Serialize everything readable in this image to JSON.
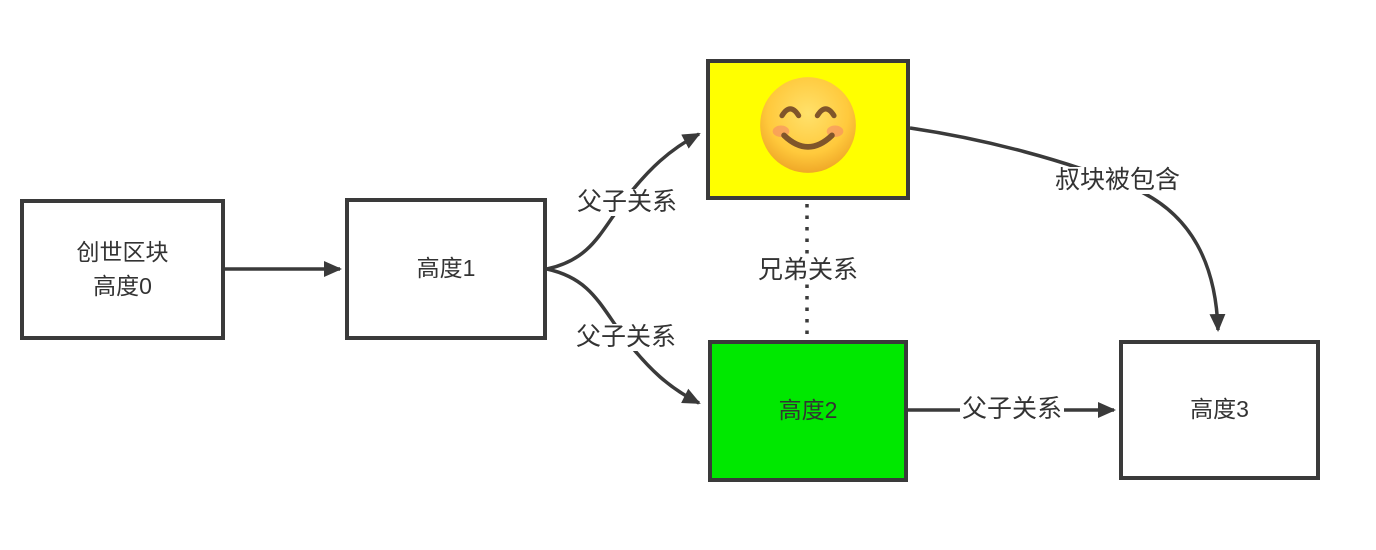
{
  "diagram": {
    "nodes": {
      "genesis": {
        "line1": "创世区块",
        "line2": "高度0",
        "fill": "#ffffff"
      },
      "height1": {
        "label": "高度1",
        "fill": "#ffffff"
      },
      "uncle": {
        "emoji": "😊",
        "icon": "smiling-face-icon",
        "fill": "#ffff00"
      },
      "height2": {
        "label": "高度2",
        "fill": "#00e800"
      },
      "height3": {
        "label": "高度3",
        "fill": "#ffffff"
      }
    },
    "edges": {
      "genesis_height1": {
        "label": "",
        "style": "solid-arrow"
      },
      "height1_uncle": {
        "label": "父子关系",
        "style": "curved-arrow"
      },
      "height1_height2": {
        "label": "父子关系",
        "style": "curved-arrow"
      },
      "uncle_height2": {
        "label": "兄弟关系",
        "style": "dotted-line"
      },
      "uncle_height3": {
        "label": "叔块被包含",
        "style": "curved-arrow"
      },
      "height2_height3": {
        "label": "父子关系",
        "style": "solid-arrow"
      }
    },
    "colors": {
      "stroke": "#3a3a3a",
      "text": "#333333",
      "yellow": "#ffff00",
      "green": "#00e800",
      "background": "#ffffff"
    }
  }
}
